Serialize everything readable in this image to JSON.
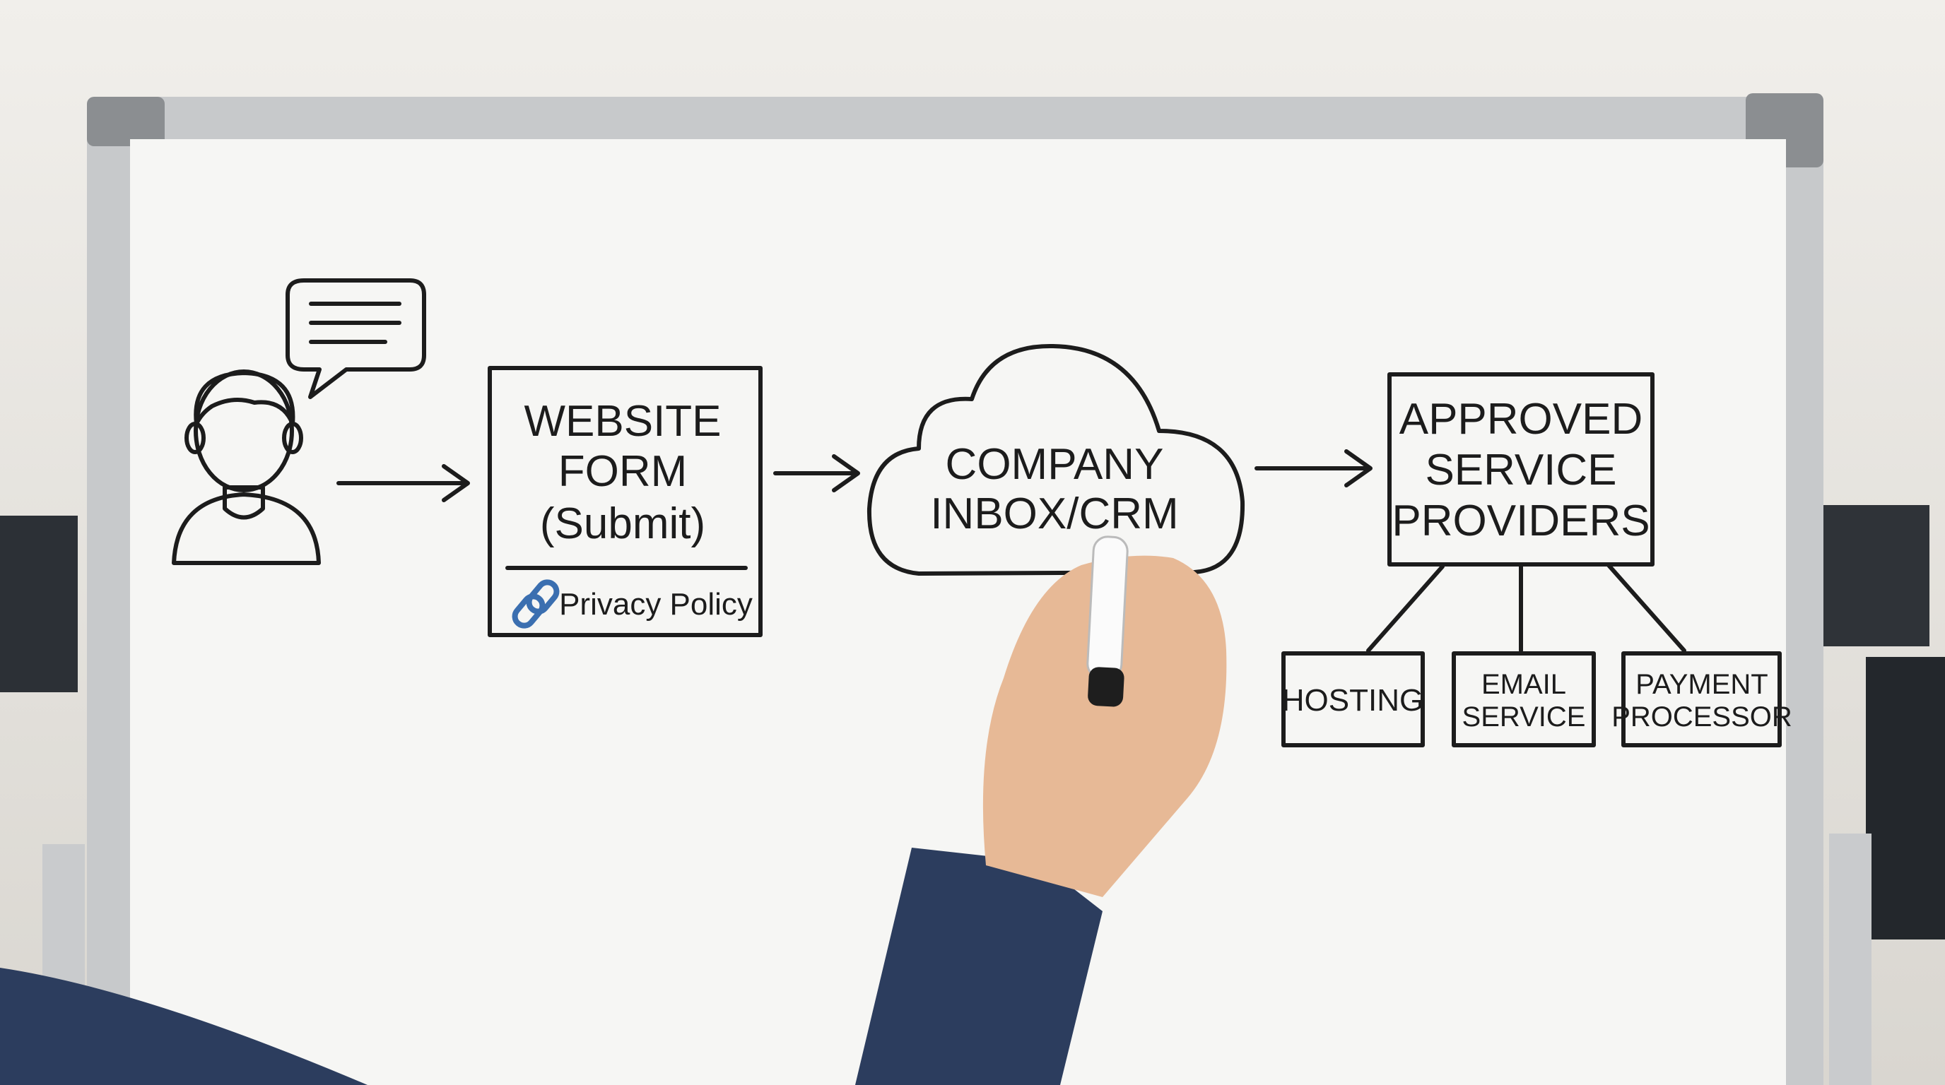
{
  "diagram": {
    "user": {
      "icon": "person-icon",
      "bubble_icon": "speech-bubble-icon"
    },
    "website_form": {
      "lines": [
        "WEBSITE",
        "FORM",
        "(Submit)"
      ],
      "link_icon": "link-icon",
      "link_label": "Privacy Policy",
      "link_color": "#3b6fb0"
    },
    "company": {
      "lines": [
        "COMPANY",
        "INBOX/CRM"
      ],
      "shape": "cloud"
    },
    "providers": {
      "lines": [
        "APPROVED",
        "SERVICE",
        "PROVIDERS"
      ]
    },
    "children": [
      {
        "lines": [
          "HOSTING"
        ]
      },
      {
        "lines": [
          "EMAIL",
          "SERVICE"
        ]
      },
      {
        "lines": [
          "PAYMENT",
          "PROCESSOR"
        ]
      }
    ],
    "colors": {
      "person_shirt": "#5aa6dc",
      "person_skin": "#f6c99b",
      "person_hair": "#7a5538",
      "ink": "#1c1c1c"
    }
  }
}
